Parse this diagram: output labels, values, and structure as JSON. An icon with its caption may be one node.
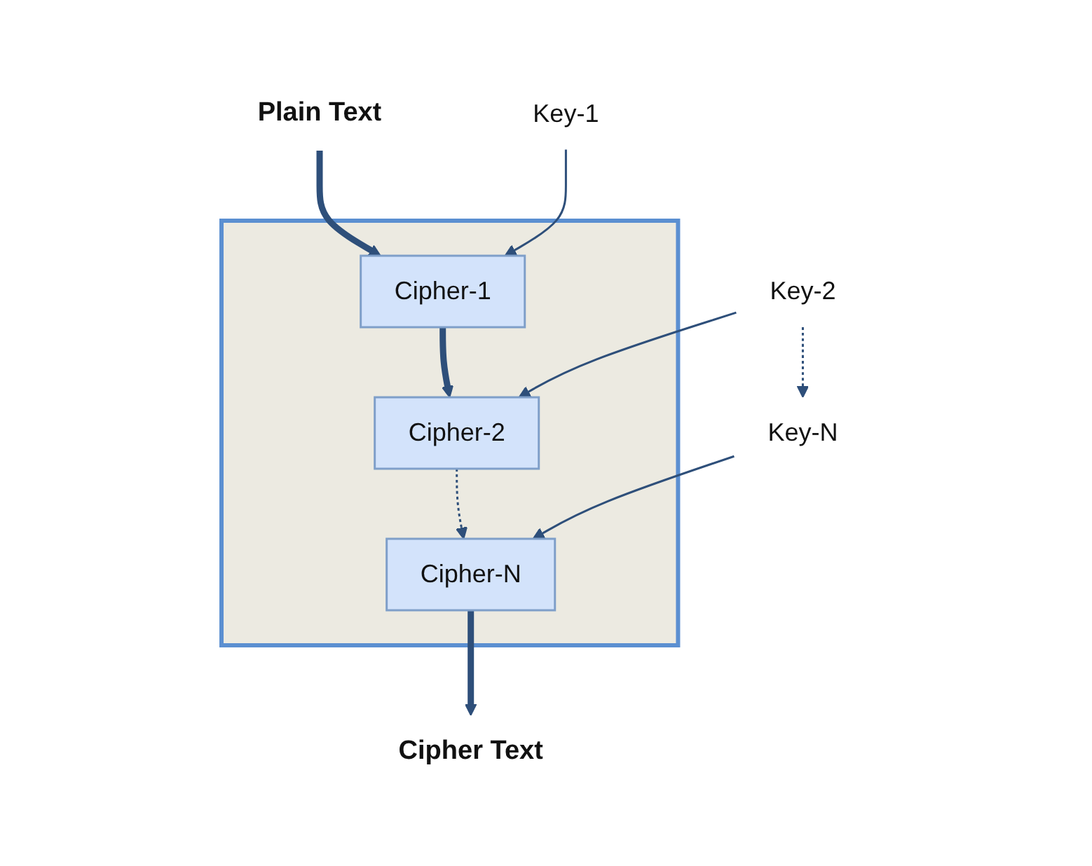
{
  "diagram": {
    "nodes": [
      {
        "text": [
          "Plain Text"
        ]
      },
      {
        "text": [],
        "shape": "box"
      },
      {
        "text": [
          "Key-1"
        ]
      },
      {
        "text": [
          "Cipher-1"
        ],
        "in": 1
      },
      {
        "text": [
          "Key-2"
        ]
      },
      {
        "text": [
          "Cipher-2"
        ],
        "in": 1
      },
      {
        "text": [
          "Key-N"
        ]
      },
      {
        "text": [
          "Cipher-N"
        ],
        "in": 1
      },
      {
        "text": [
          "Cipher Text"
        ]
      }
    ],
    "edges": [
      {
        "from": 0,
        "to": 3,
        "arrow": "to",
        "style": "thick"
      },
      {
        "from": 2,
        "to": 3,
        "arrow": "to"
      },
      {
        "from": 3,
        "to": 5,
        "arrow": "to",
        "style": "thick"
      },
      {
        "from": 4,
        "to": 5,
        "arrow": "to"
      },
      {
        "from": 4,
        "to": 6,
        "arrow": "to",
        "style": "dashed"
      },
      {
        "from": 5,
        "to": 7,
        "arrow": "to",
        "style": "dashed"
      },
      {
        "from": 6,
        "to": 7,
        "arrow": "to"
      },
      {
        "from": 7,
        "to": 8,
        "arrow": "to",
        "style": "thick"
      }
    ]
  }
}
